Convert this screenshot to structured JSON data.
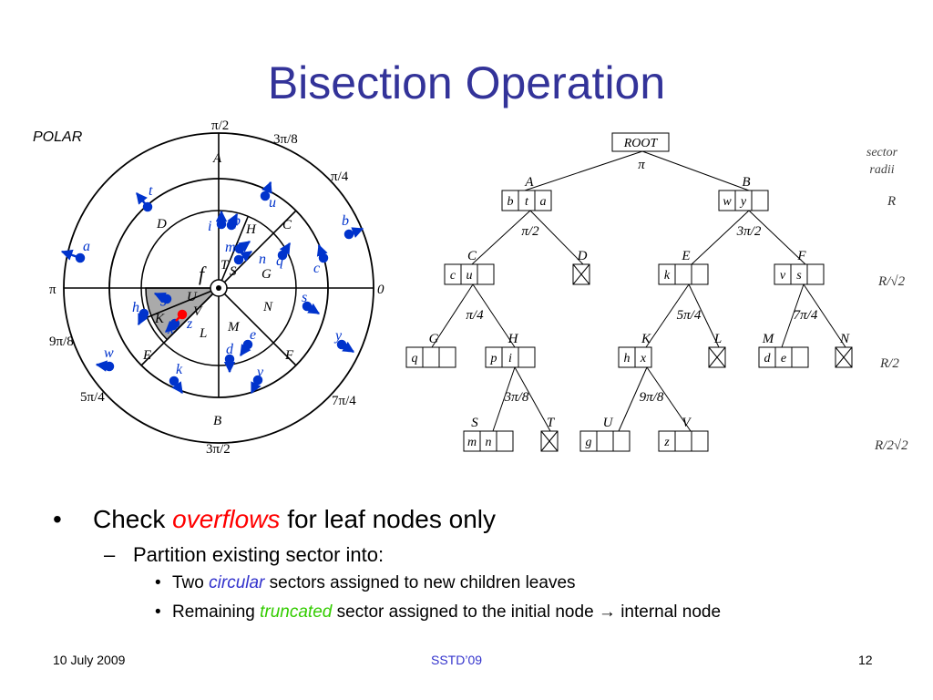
{
  "title": "Bisection Operation",
  "polar": {
    "caption": "POLAR",
    "angle_labels": {
      "pi_half": "π/2",
      "three_pi_eighth": "3π/8",
      "pi_quarter": "π/4",
      "zero": "0",
      "seven_pi_quarter": "7π/4",
      "three_pi_half": "3π/2",
      "five_pi_quarter": "5π/4",
      "nine_pi_eighth": "9π/8",
      "pi": "π"
    },
    "region_labels": [
      "A",
      "B",
      "C",
      "D",
      "E",
      "F",
      "G",
      "H",
      "K",
      "L",
      "M",
      "N",
      "T",
      "S",
      "U",
      "V"
    ],
    "focus_label": "f",
    "point_labels": [
      "a",
      "b",
      "c",
      "d",
      "e",
      "g",
      "h",
      "i",
      "k",
      "m",
      "n",
      "p",
      "q",
      "s",
      "t",
      "u",
      "v",
      "w",
      "x",
      "y",
      "z"
    ]
  },
  "tree": {
    "root_label": "ROOT",
    "header": [
      "sector",
      "radii"
    ],
    "radii_labels": [
      "R",
      "R/√2",
      "R/2",
      "R/2√2"
    ],
    "split_labels": [
      "π",
      "π/2",
      "3π/2",
      "π/4",
      "5π/4",
      "7π/4",
      "3π/8",
      "9π/8"
    ],
    "nodes": {
      "A": {
        "label": "A",
        "entries": [
          "b",
          "t",
          "a"
        ]
      },
      "B": {
        "label": "B",
        "entries": [
          "w",
          "y"
        ]
      },
      "C": {
        "label": "C",
        "entries": [
          "c",
          "u"
        ]
      },
      "D": {
        "label": "D"
      },
      "E": {
        "label": "E",
        "entries": [
          "k"
        ]
      },
      "F": {
        "label": "F",
        "entries": [
          "v",
          "s"
        ]
      },
      "G": {
        "label": "G",
        "entries": [
          "q"
        ]
      },
      "H": {
        "label": "H",
        "entries": [
          "p",
          "i"
        ]
      },
      "K": {
        "label": "K",
        "entries": [
          "h",
          "x"
        ]
      },
      "L": {
        "label": "L"
      },
      "M": {
        "label": "M",
        "entries": [
          "d",
          "e"
        ]
      },
      "N": {
        "label": "N"
      },
      "S": {
        "label": "S",
        "entries": [
          "m",
          "n"
        ]
      },
      "T": {
        "label": "T"
      },
      "U": {
        "label": "U",
        "entries": [
          "g"
        ]
      },
      "V": {
        "label": "V",
        "entries": [
          "z"
        ]
      }
    }
  },
  "bullets": {
    "l1_pre": "Check",
    "l1_em": "overflows",
    "l1_post": "for leaf nodes only",
    "l2": "Partition existing sector into:",
    "l3a_pre": "Two",
    "l3a_em": "circular",
    "l3a_post": "sectors assigned to new children leaves",
    "l3b_pre": "Remaining",
    "l3b_em": "truncated",
    "l3b_mid": "sector assigned to the initial node",
    "l3b_arrow": "→",
    "l3b_post": "internal node"
  },
  "footer": {
    "date": "10 July 2009",
    "venue": "SSTD’09",
    "page": "12"
  },
  "colors": {
    "title": "#333399",
    "points": "#0033cc",
    "highlight": "#ff0000",
    "venue": "#3333cc"
  }
}
